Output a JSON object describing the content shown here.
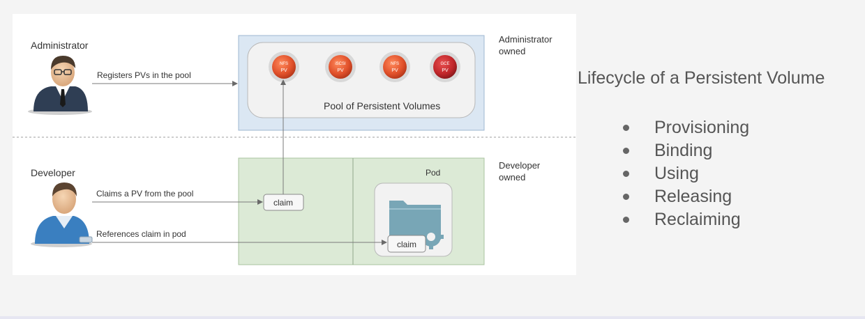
{
  "diagram": {
    "administrator_label": "Administrator",
    "developer_label": "Developer",
    "admin_owned_label": [
      "Administrator",
      "owned"
    ],
    "developer_owned_label": [
      "Developer",
      "owned"
    ],
    "registers_text": "Registers PVs in the pool",
    "claims_text": "Claims a PV from the pool",
    "references_text": "References claim in pod",
    "pool_label": "Pool of Persistent Volumes",
    "pod_label": "Pod",
    "claim_label": "claim",
    "pod_claim_label": "claim",
    "volumes": [
      {
        "type": "NFS",
        "sub": "PV",
        "color": "#e0502a"
      },
      {
        "type": "iSCSI",
        "sub": "PV",
        "color": "#e0502a"
      },
      {
        "type": "NFS",
        "sub": "PV",
        "color": "#e0502a"
      },
      {
        "type": "GCE",
        "sub": "PV",
        "color": "#c0262a"
      }
    ],
    "colors": {
      "admin_zone": "#dbe7f3",
      "developer_zone": "#dcead6",
      "pod_icon": "#78a6b6"
    }
  },
  "slide": {
    "title": "Lifecycle of a Persistent Volume",
    "items": [
      "Provisioning",
      "Binding",
      "Using",
      "Releasing",
      "Reclaiming"
    ]
  }
}
